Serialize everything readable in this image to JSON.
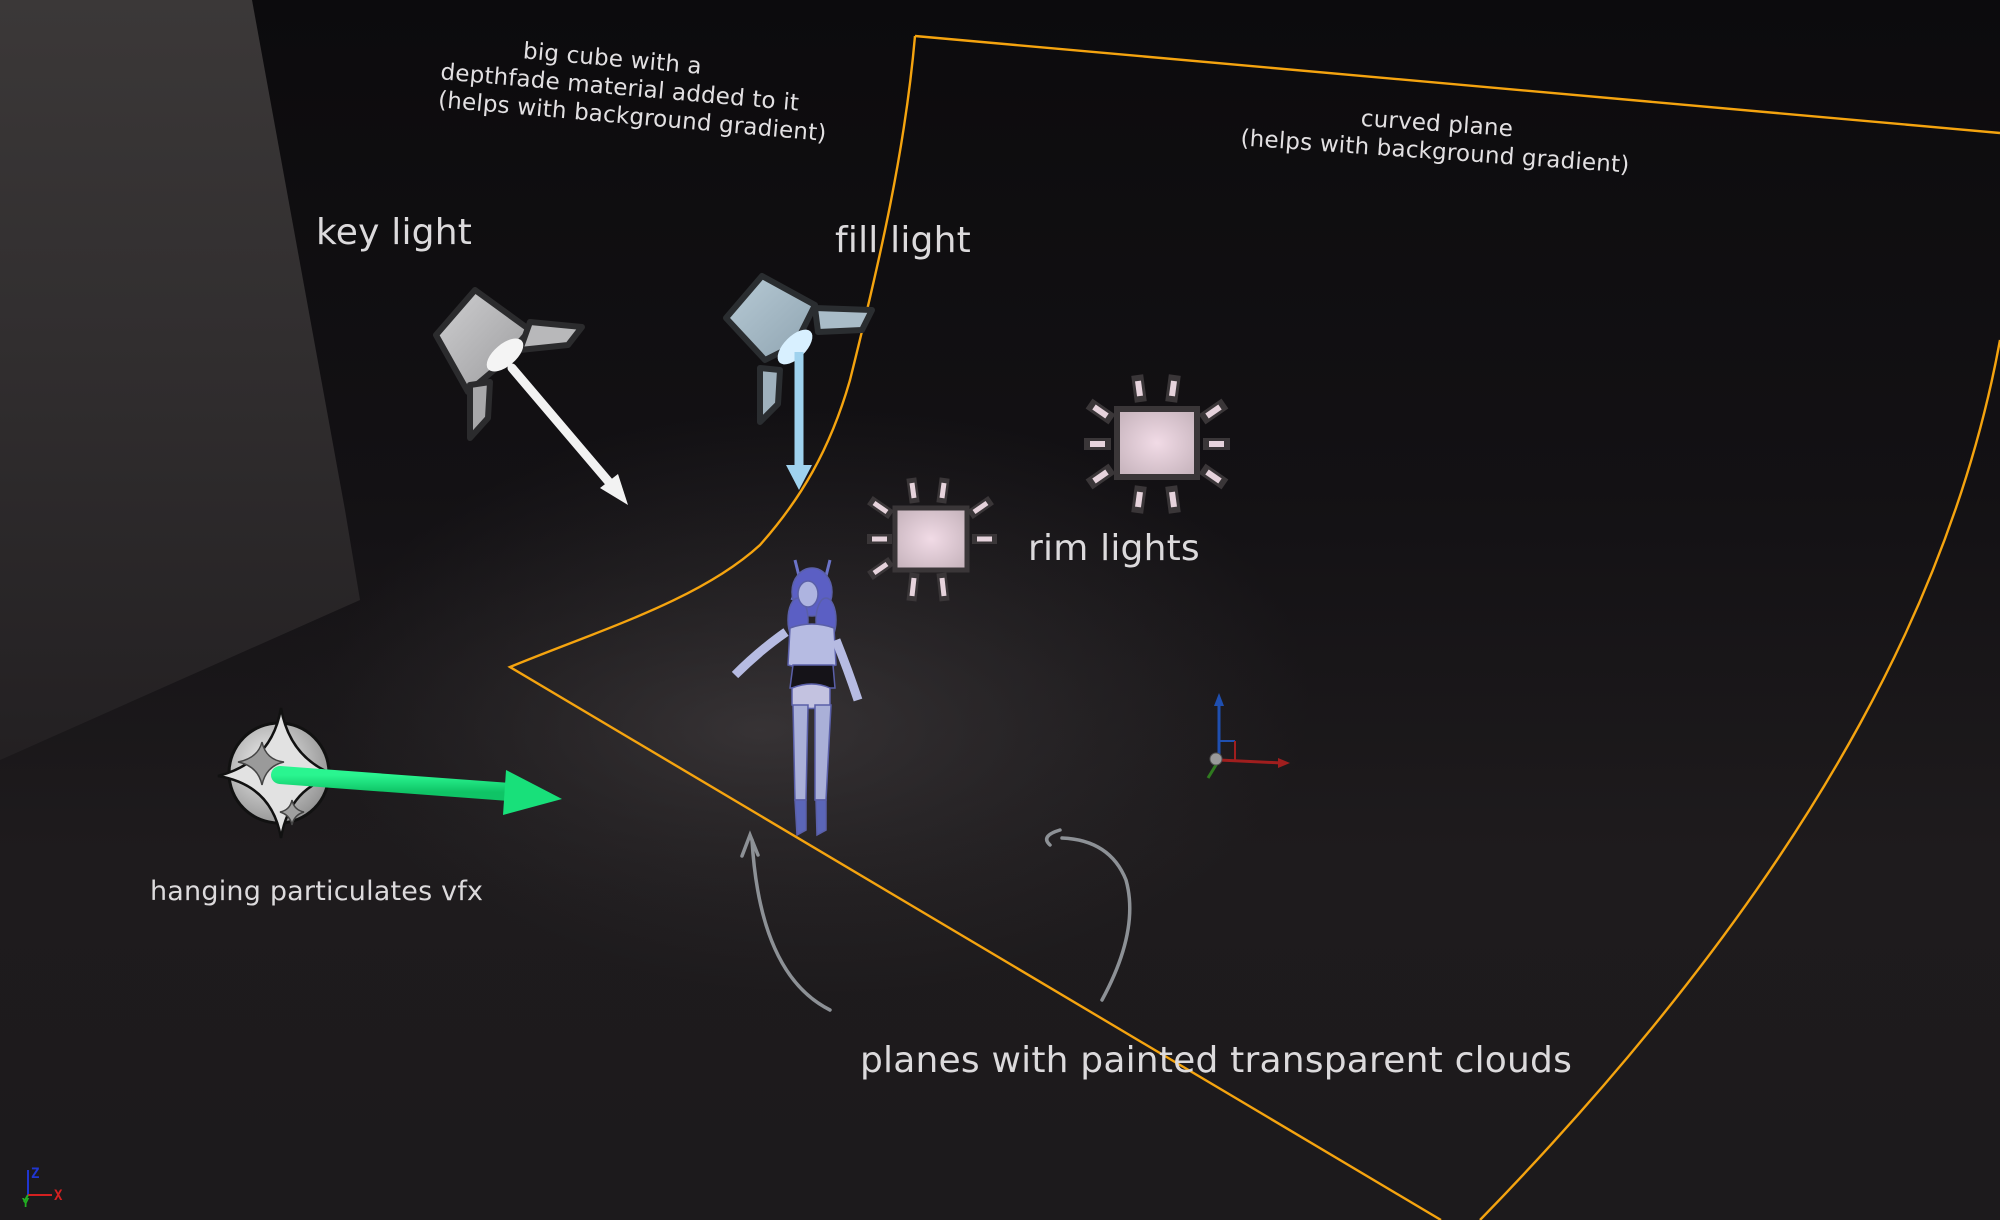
{
  "viewport": {
    "annotations": {
      "big_cube": {
        "line1": "big cube with a",
        "line2": "depthfade material added to it",
        "line3": "(helps with background gradient)"
      },
      "curved_plane": {
        "line1": "curved plane",
        "line2": "(helps with background gradient)"
      },
      "key_light": "key light",
      "fill_light": "fill light",
      "rim_lights": "rim lights",
      "particulates": "hanging particulates vfx",
      "cloud_planes": "planes with painted transparent clouds"
    },
    "objects": {
      "key_light": {
        "icon": "spotlight-icon",
        "color": "#c8c8c8",
        "direction_arrow_color": "#f2f2f2"
      },
      "fill_light": {
        "icon": "spotlight-icon",
        "color": "#a9bfcc",
        "direction_arrow_color": "#9fd2ee"
      },
      "rim_light_1": {
        "icon": "rect-light-icon",
        "color": "#e6d3dc"
      },
      "rim_light_2": {
        "icon": "rect-light-icon",
        "color": "#e6d3dc"
      },
      "particle_system": {
        "icon": "sparkle-particle-icon",
        "direction_arrow_color": "#18e07a"
      },
      "character": {
        "icon": "character-model"
      },
      "transform_gizmo": {
        "icon": "xyz-gizmo-icon"
      }
    },
    "selection_outline_color": "#f5a40f",
    "axis_indicator": {
      "x": "X",
      "y": "Y",
      "z": "Z",
      "x_color": "#d42020",
      "y_color": "#22b022",
      "z_color": "#2036d0"
    }
  }
}
